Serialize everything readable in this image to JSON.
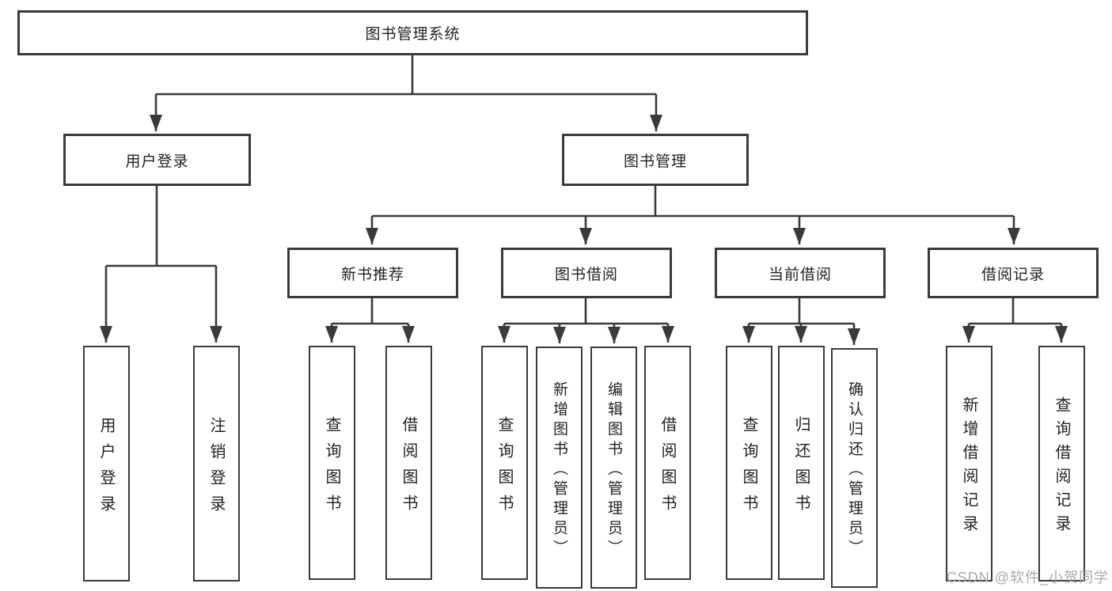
{
  "diagram": {
    "type": "hierarchy-tree",
    "root": {
      "label": "图书管理系统"
    },
    "level2": {
      "user_login": {
        "label": "用户登录"
      },
      "book_mgmt": {
        "label": "图书管理"
      }
    },
    "level3": {
      "new_books": {
        "label": "新书推荐"
      },
      "book_borrow": {
        "label": "图书借阅"
      },
      "current_borrow": {
        "label": "当前借阅"
      },
      "borrow_records": {
        "label": "借阅记录"
      }
    },
    "leaves": {
      "user_login_leaf": {
        "label": "用户登录",
        "parent": "用户登录"
      },
      "logout": {
        "label": "注销登录",
        "parent": "用户登录"
      },
      "nb_query": {
        "label": "查询图书",
        "parent": "新书推荐"
      },
      "nb_borrow": {
        "label": "借阅图书",
        "parent": "新书推荐"
      },
      "bb_query": {
        "label": "查询图书",
        "parent": "图书借阅"
      },
      "bb_add": {
        "label": "新增图书（管理员）",
        "parent": "图书借阅"
      },
      "bb_edit": {
        "label": "编辑图书（管理员）",
        "parent": "图书借阅"
      },
      "bb_borrow": {
        "label": "借阅图书",
        "parent": "图书借阅"
      },
      "cb_query": {
        "label": "查询图书",
        "parent": "当前借阅"
      },
      "cb_return": {
        "label": "归还图书",
        "parent": "当前借阅"
      },
      "cb_confirm": {
        "label": "确认归还（管理员）",
        "parent": "当前借阅"
      },
      "br_add": {
        "label": "新增借阅记录",
        "parent": "借阅记录"
      },
      "br_query": {
        "label": "查询借阅记录",
        "parent": "借阅记录"
      }
    }
  },
  "watermark": "CSDN @软件_小贺同学",
  "colors": {
    "line": "#3a3a3a",
    "box_border": "#3a3a3a",
    "text": "#222222",
    "watermark": "#a9a9a9",
    "background": "#ffffff"
  }
}
